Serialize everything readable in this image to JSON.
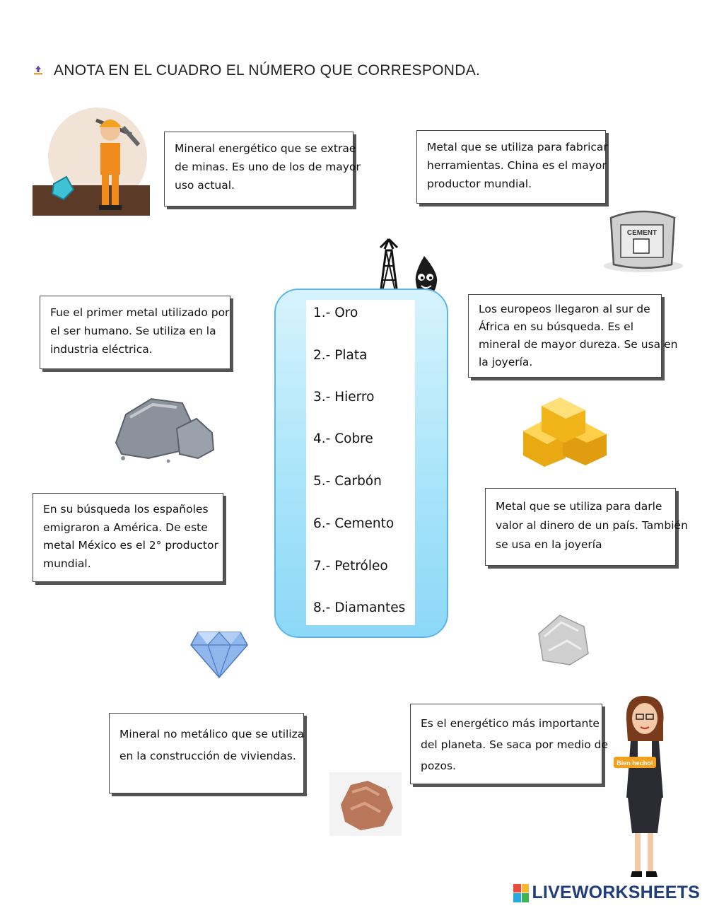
{
  "instruction": "ANOTA EN EL CUADRO EL NÚMERO QUE CORRESPONDA.",
  "clues": {
    "c1": [
      "Mineral energético que se extrae",
      "de minas. Es uno de los de mayor",
      "uso actual."
    ],
    "c2": [
      "Metal que se utiliza para fabricar",
      "herramientas. China es el mayor",
      "productor mundial."
    ],
    "c3": [
      "Fue el primer metal utilizado por",
      "el ser humano. Se utiliza en la",
      "industria eléctrica."
    ],
    "c4": [
      "Los europeos llegaron al sur de",
      "África en su búsqueda. Es el",
      "mineral de mayor dureza. Se usa en",
      "la joyería."
    ],
    "c5": [
      "En su búsqueda los españoles",
      "emigraron a América. De este",
      "metal México es el 2° productor",
      "mundial."
    ],
    "c6": [
      "Metal que se utiliza para darle",
      "valor al dinero de un país. También",
      "se usa en la joyería"
    ],
    "c7": [
      "Mineral no metálico que se utiliza",
      "en la construcción de viviendas."
    ],
    "c8": [
      "Es el energético más importante",
      "del planeta. Se saca por medio de",
      "pozos."
    ]
  },
  "words": [
    "1.- Oro",
    "2.- Plata",
    "3.- Hierro",
    "4.- Cobre",
    "5.- Carbón",
    "6.- Cemento",
    "7.- Petróleo",
    "8.- Diamantes"
  ],
  "cement_label": "CEMENT",
  "badge_label": "Bien hecho!",
  "brand": "LIVEWORKSHEETS",
  "colors": {
    "box_fill": "#a9e4fa",
    "box_border": "#5fb6e6",
    "brand": "#1f3e7a"
  }
}
